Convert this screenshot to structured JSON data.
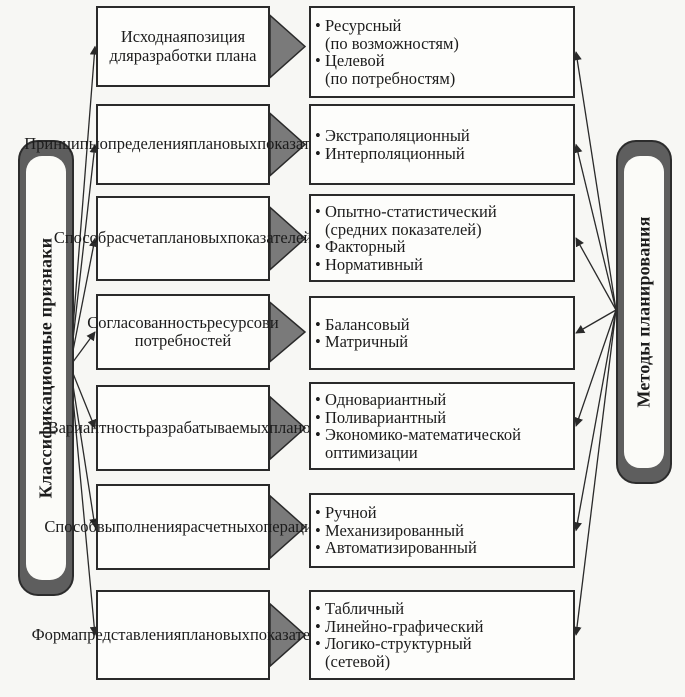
{
  "left_label": "Классификационные признаки",
  "right_label": "Методы планирования",
  "colors": {
    "ink": "#2a2a2a",
    "arrow_fill": "#7a7a7a",
    "bar_fill": "#5e5e5e"
  },
  "rows": [
    {
      "criterion": [
        "Исходная",
        "позиция для",
        "разработки плана"
      ],
      "options": [
        {
          "bullet": "•",
          "lines": [
            "Ресурсный",
            "(по возможностям)"
          ]
        },
        {
          "bullet": "•",
          "lines": [
            "Целевой",
            "(по потребностям)"
          ]
        }
      ]
    },
    {
      "criterion": [
        "Принципы",
        "определения",
        "плановых",
        "показателей"
      ],
      "options": [
        {
          "bullet": "•",
          "lines": [
            "Экстраполяционный"
          ]
        },
        {
          "bullet": "•",
          "lines": [
            "Интерполяционный"
          ]
        }
      ]
    },
    {
      "criterion": [
        "Способ",
        "расчета",
        "плановых",
        "показателей"
      ],
      "options": [
        {
          "bullet": "•",
          "lines": [
            "Опытно-статистический",
            "(средних показателей)"
          ]
        },
        {
          "bullet": "•",
          "lines": [
            "Факторный"
          ]
        },
        {
          "bullet": "•",
          "lines": [
            "Нормативный"
          ]
        }
      ]
    },
    {
      "criterion": [
        "Согласованность",
        "ресурсов",
        "и потребностей"
      ],
      "options": [
        {
          "bullet": "•",
          "lines": [
            "Балансовый"
          ]
        },
        {
          "bullet": "•",
          "lines": [
            "Матричный"
          ]
        }
      ]
    },
    {
      "criterion": [
        "Вариантность",
        "разрабатываемых",
        "планов"
      ],
      "options": [
        {
          "bullet": "•",
          "lines": [
            "Одновариантный"
          ]
        },
        {
          "bullet": "•",
          "lines": [
            "Поливариантный"
          ]
        },
        {
          "bullet": "•",
          "lines": [
            "Экономико-математической",
            "оптимизации"
          ]
        }
      ]
    },
    {
      "criterion": [
        "Способ",
        "выполнения",
        "расчетных",
        "операций"
      ],
      "options": [
        {
          "bullet": "•",
          "lines": [
            "Ручной"
          ]
        },
        {
          "bullet": "•",
          "lines": [
            "Механизированный"
          ]
        },
        {
          "bullet": "•",
          "lines": [
            "Автоматизированный"
          ]
        }
      ]
    },
    {
      "criterion": [
        "Форма",
        "представления",
        "плановых",
        "показателей"
      ],
      "options": [
        {
          "bullet": "•",
          "lines": [
            "Табличный"
          ]
        },
        {
          "bullet": "•",
          "lines": [
            "Линейно-графический"
          ]
        },
        {
          "bullet": "•",
          "lines": [
            "Логико-структурный",
            "(сетевой)"
          ]
        }
      ]
    }
  ]
}
